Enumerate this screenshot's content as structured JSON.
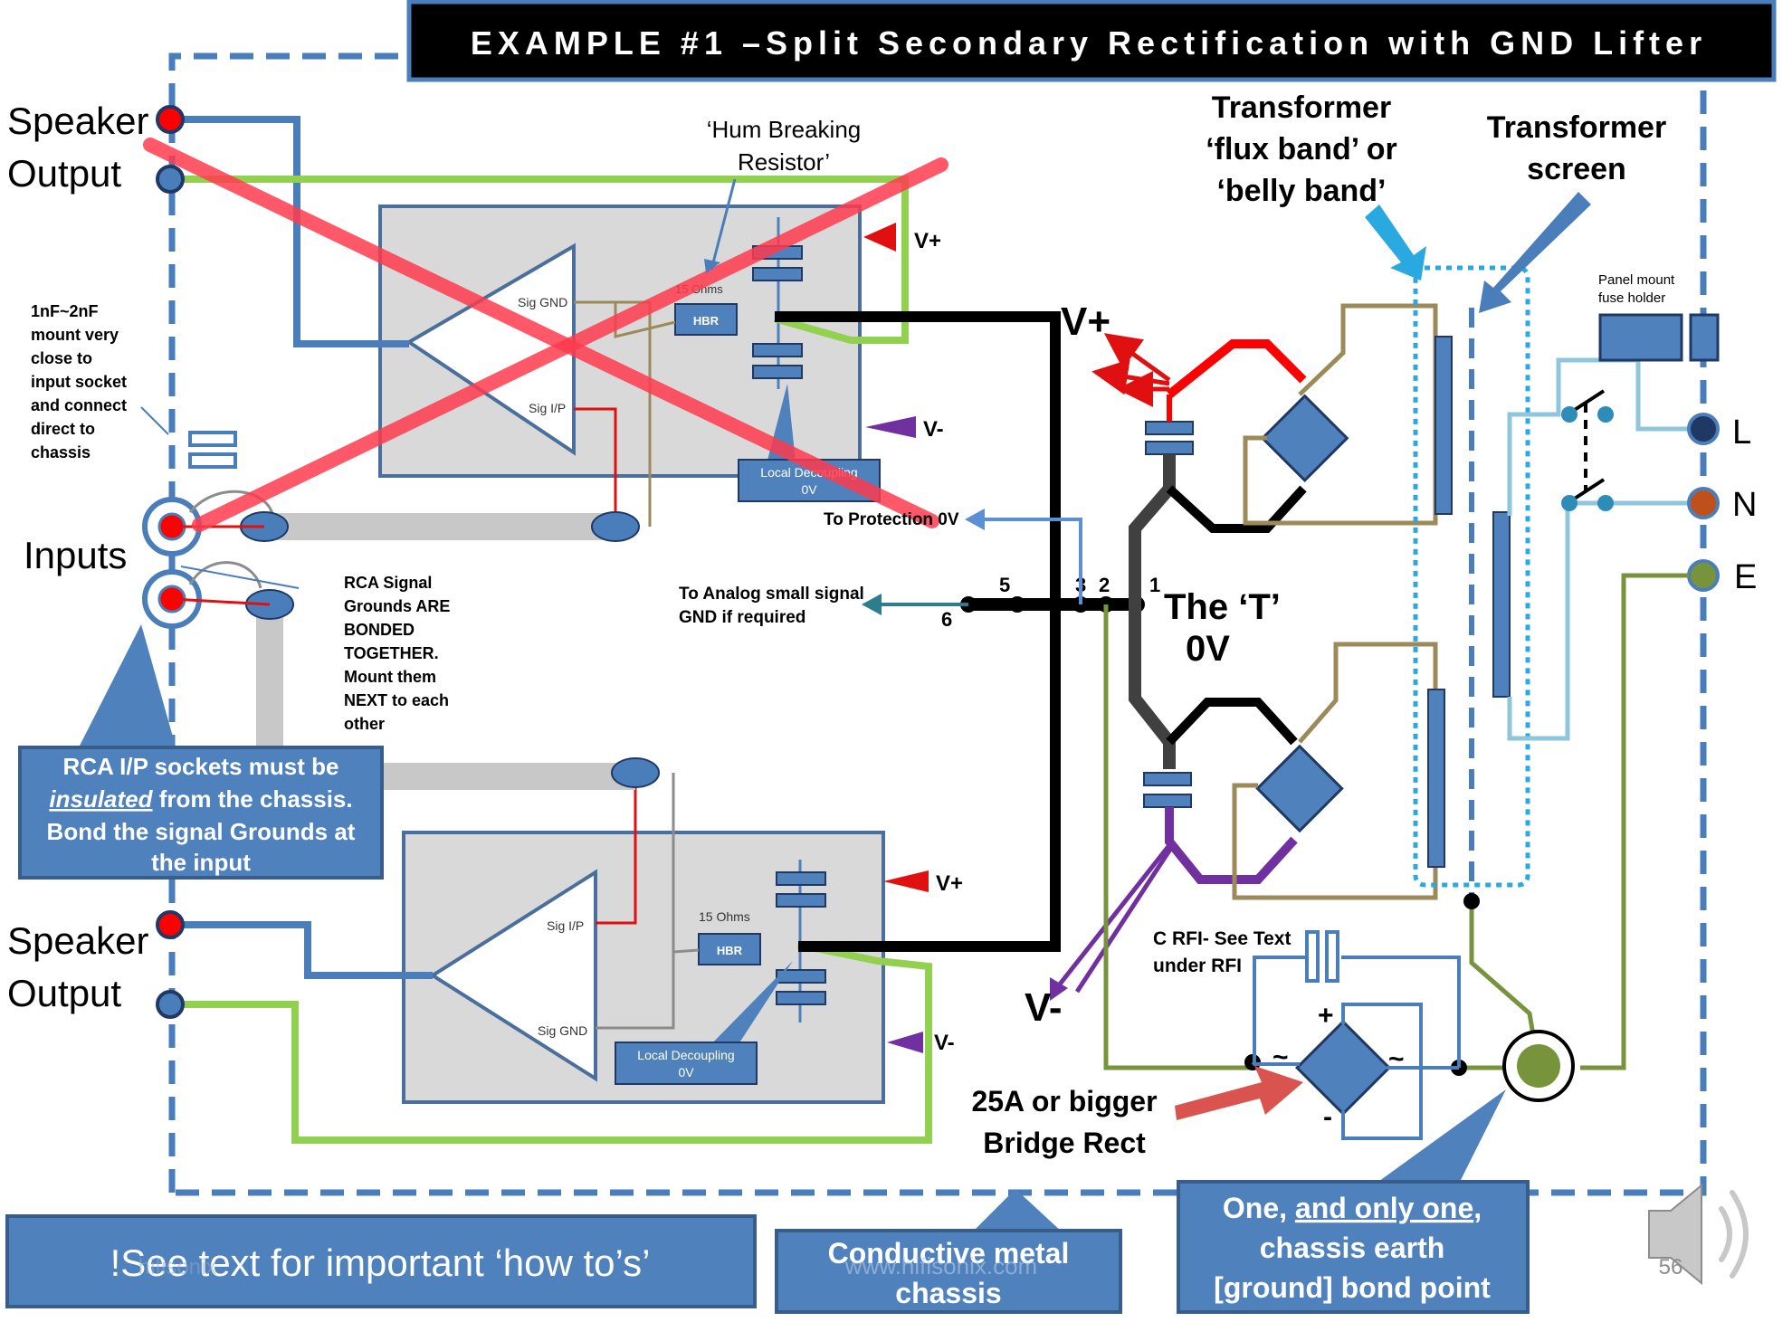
{
  "title": "EXAMPLE #1 –Split Secondary Rectification with GND Lifter",
  "labels": {
    "speaker_top_1": "Speaker",
    "speaker_top_2": "Output",
    "speaker_bot_1": "Speaker",
    "speaker_bot_2": "Output",
    "inputs": "Inputs",
    "cap_note": [
      "1nF~2nF",
      "mount very",
      "close to",
      "input socket",
      "and connect",
      "direct to",
      "chassis"
    ],
    "rca_note": [
      "RCA Signal",
      "Grounds ARE",
      "BONDED",
      "TOGETHER.",
      "Mount them",
      "NEXT to each",
      "other"
    ],
    "hbr_note_1": "‘Hum Breaking",
    "hbr_note_2": "Resistor’",
    "hbr_box": "HBR",
    "ohms_top": "15 Ohms",
    "ohms_bot": "15 Ohms",
    "sig_gnd": "Sig GND",
    "sig_ip": "Sig I/P",
    "local_dec_1": "Local Decoupling",
    "local_dec_2": "0V",
    "vplus": "V+",
    "vminus": "V-",
    "to_protection": "To Protection 0V",
    "analog_1": "To Analog small signal",
    "analog_2": "GND if required",
    "nodes": [
      "1",
      "2",
      "3",
      "5",
      "6"
    ],
    "t_0v_1": "The ‘T’",
    "t_0v_2": "0V",
    "flux_1": "Transformer",
    "flux_2": "‘flux band’ or",
    "flux_3": "‘belly band’",
    "screen_1": "Transformer",
    "screen_2": "screen",
    "fuse_1": "Panel mount",
    "fuse_2": "fuse holder",
    "mains_l": "L",
    "mains_n": "N",
    "mains_e": "E",
    "crfi_1": "C RFI- See Text",
    "crfi_2": "under RFI",
    "bridge_1": "25A or bigger",
    "bridge_2": "Bridge Rect",
    "plus": "+",
    "minus": "-",
    "tilde": "~",
    "slide_no": "56",
    "watermark_1": "www.hifisonix.com",
    "watermark_2": "hifisonix",
    "callout_rca": {
      "line1": "RCA I/P sockets must be",
      "line2_em": "insulated",
      "line2_rest": " from the chassis.",
      "line3": "Bond the signal Grounds at",
      "line4": "the input"
    },
    "callout_see_text": "!See text for important ‘how to’s’",
    "callout_chassis_1": "Conductive metal",
    "callout_chassis_2": "chassis",
    "callout_earth": {
      "line1_pre": "One, ",
      "line1_em": "and only one",
      "line1_post": ",",
      "line2": "chassis earth",
      "line3": "[ground] bond point"
    }
  },
  "colors": {
    "title_bg": "#000000",
    "chassis_dash": "#4a7ebb",
    "speaker_wire_blue": "#4a7ebb",
    "speaker_return_green": "#92d050",
    "cross_out": "#ff3b4e",
    "ground_bus": "#000000",
    "protection_wire": "#5b8fd6",
    "analog_wire": "#2e7d8c",
    "vplus_arrow": "#e01010",
    "vminus_arrow": "#7030a0",
    "transformer_wire": "#9c8a5a",
    "mains_wire": "#8ec6db",
    "earth_wire": "#77933c",
    "callout_fill": "#4f81bd",
    "pcb_fill": "#d9d9d9"
  }
}
